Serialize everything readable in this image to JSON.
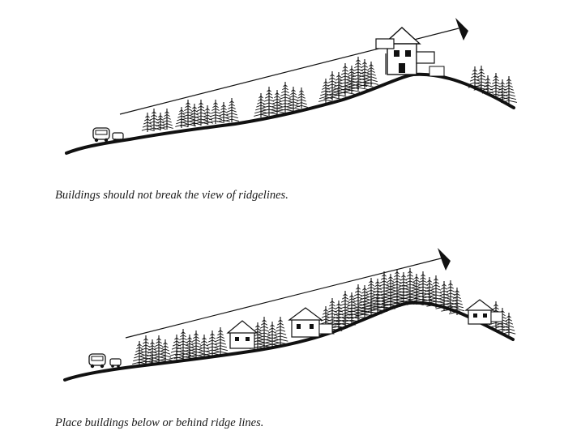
{
  "figures": [
    {
      "id": "ridge-view-broken",
      "caption": "Buildings should not break the view of ridgelines."
    },
    {
      "id": "ridge-view-preserved",
      "caption": "Place buildings below or behind ridge lines."
    }
  ],
  "colors": {
    "ink": "#111111",
    "paper": "#ffffff"
  }
}
